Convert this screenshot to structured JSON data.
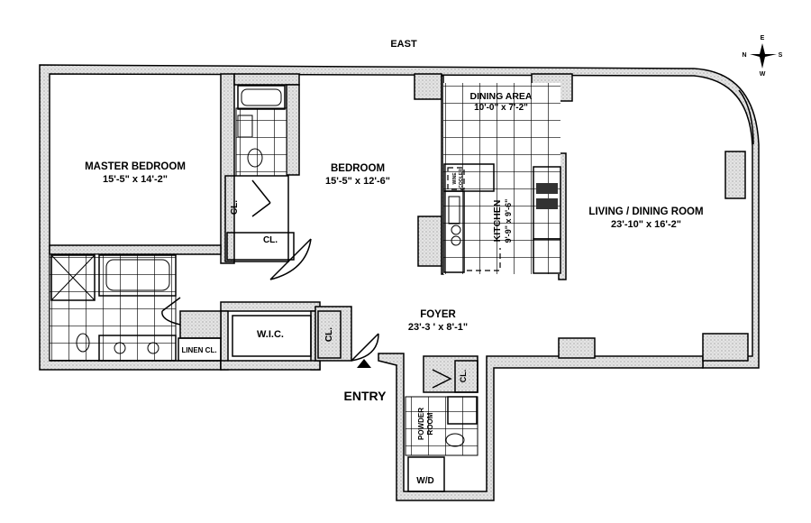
{
  "orientation": {
    "top_label": "EAST"
  },
  "compass": {
    "n": "N",
    "e": "E",
    "s": "S",
    "w": "W"
  },
  "rooms": {
    "master_bedroom": {
      "name": "MASTER BEDROOM",
      "size": "15'-5\"  x  14'-2\""
    },
    "bedroom": {
      "name": "BEDROOM",
      "size": "15'-5\"  x  12'-6\""
    },
    "dining_area": {
      "name": "DINING AREA",
      "size": "10'-0\"  x  7'-2\""
    },
    "kitchen": {
      "name": "KITCHEN",
      "size": "9'-9\"  x  9'-6\""
    },
    "living_dining": {
      "name": "LIVING / DINING ROOM",
      "size": "23'-10\"  x  16'-2\""
    },
    "foyer": {
      "name": "FOYER",
      "size": "23'-3 '  x  8'-1\""
    },
    "powder_room": {
      "name_line1": "POWDER",
      "name_line2": "ROOM"
    }
  },
  "labels": {
    "closet": "CL.",
    "linen_closet": "LINEN CL.",
    "wic": "W.I.C.",
    "wine_cooler_1": "WINE",
    "wine_cooler_2": "COOLER",
    "washer_dryer": "W/D",
    "entry": "ENTRY"
  }
}
